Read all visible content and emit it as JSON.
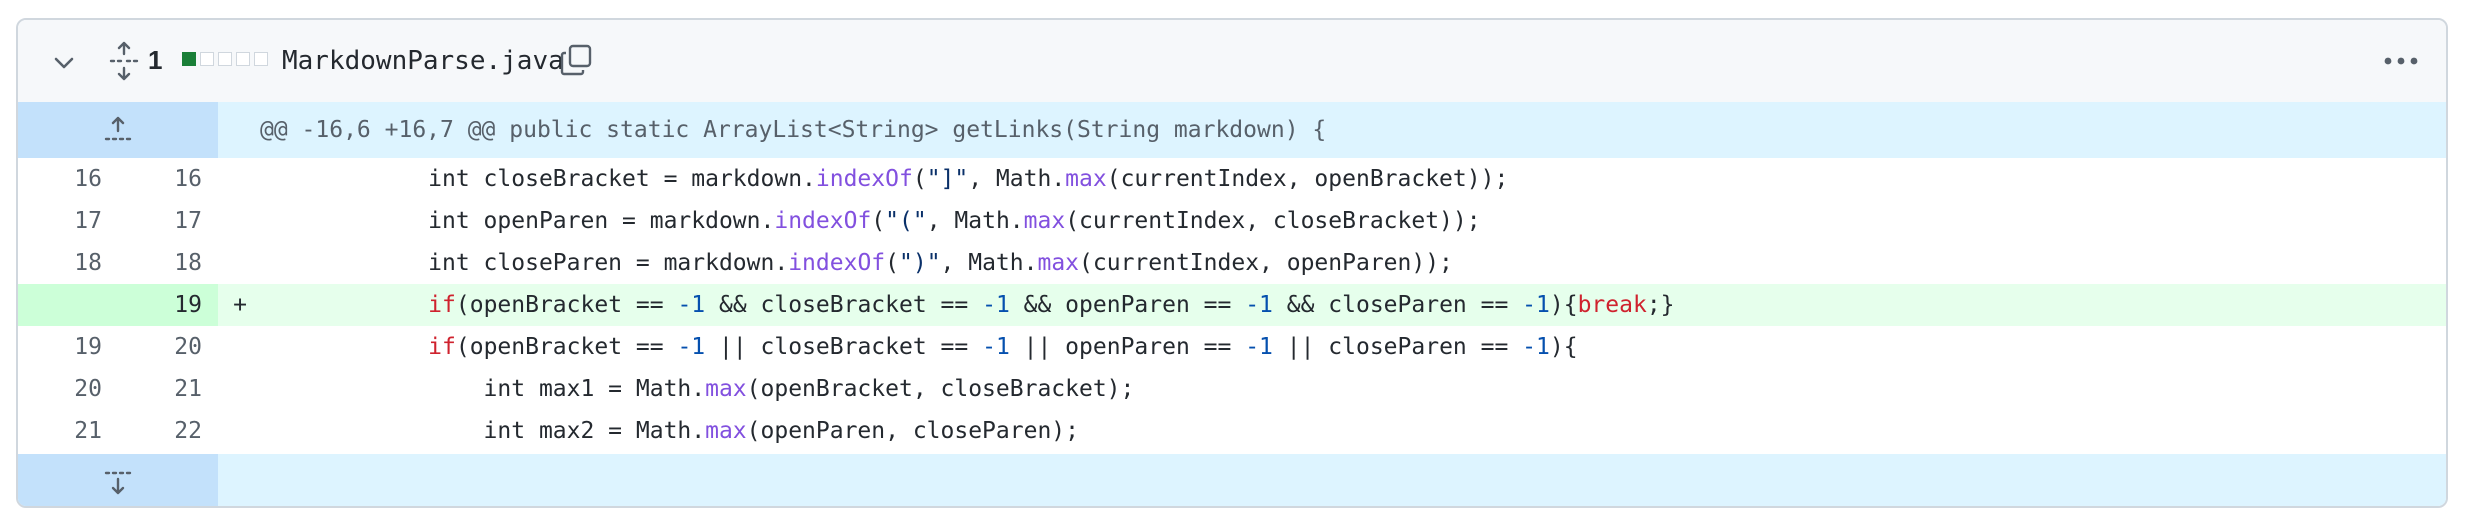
{
  "file": {
    "change_count": "1",
    "filename": "MarkdownParse.java",
    "diffstat": [
      "add",
      "neutral",
      "neutral",
      "neutral",
      "neutral"
    ]
  },
  "hunk_header": "@@ -16,6 +16,7 @@ public static ArrayList<String> getLinks(String markdown) {",
  "lines": [
    {
      "old": "16",
      "new": "16",
      "marker": "",
      "type": "context",
      "tokens": [
        [
          "p",
          "            int closeBracket = markdown."
        ],
        [
          "fn",
          "indexOf"
        ],
        [
          "p",
          "("
        ],
        [
          "str",
          "\"]\""
        ],
        [
          "p",
          ", Math."
        ],
        [
          "fn",
          "max"
        ],
        [
          "p",
          "(currentIndex, openBracket));"
        ]
      ]
    },
    {
      "old": "17",
      "new": "17",
      "marker": "",
      "type": "context",
      "tokens": [
        [
          "p",
          "            int openParen = markdown."
        ],
        [
          "fn",
          "indexOf"
        ],
        [
          "p",
          "("
        ],
        [
          "str",
          "\"(\""
        ],
        [
          "p",
          ", Math."
        ],
        [
          "fn",
          "max"
        ],
        [
          "p",
          "(currentIndex, closeBracket));"
        ]
      ]
    },
    {
      "old": "18",
      "new": "18",
      "marker": "",
      "type": "context",
      "tokens": [
        [
          "p",
          "            int closeParen = markdown."
        ],
        [
          "fn",
          "indexOf"
        ],
        [
          "p",
          "("
        ],
        [
          "str",
          "\")\""
        ],
        [
          "p",
          ", Math."
        ],
        [
          "fn",
          "max"
        ],
        [
          "p",
          "(currentIndex, openParen));"
        ]
      ]
    },
    {
      "old": "",
      "new": "19",
      "marker": "+",
      "type": "add",
      "tokens": [
        [
          "p",
          "            "
        ],
        [
          "kw",
          "if"
        ],
        [
          "p",
          "(openBracket == "
        ],
        [
          "num",
          "-1"
        ],
        [
          "p",
          " && closeBracket == "
        ],
        [
          "num",
          "-1"
        ],
        [
          "p",
          " && openParen == "
        ],
        [
          "num",
          "-1"
        ],
        [
          "p",
          " && closeParen == "
        ],
        [
          "num",
          "-1"
        ],
        [
          "p",
          "){"
        ],
        [
          "kw",
          "break"
        ],
        [
          "p",
          ";}"
        ]
      ]
    },
    {
      "old": "19",
      "new": "20",
      "marker": "",
      "type": "context",
      "tokens": [
        [
          "p",
          "            "
        ],
        [
          "kw",
          "if"
        ],
        [
          "p",
          "(openBracket == "
        ],
        [
          "num",
          "-1"
        ],
        [
          "p",
          " || closeBracket == "
        ],
        [
          "num",
          "-1"
        ],
        [
          "p",
          " || openParen == "
        ],
        [
          "num",
          "-1"
        ],
        [
          "p",
          " || closeParen == "
        ],
        [
          "num",
          "-1"
        ],
        [
          "p",
          "){"
        ]
      ]
    },
    {
      "old": "20",
      "new": "21",
      "marker": "",
      "type": "context",
      "tokens": [
        [
          "p",
          "                int max1 = Math."
        ],
        [
          "fn",
          "max"
        ],
        [
          "p",
          "(openBracket, closeBracket);"
        ]
      ]
    },
    {
      "old": "21",
      "new": "22",
      "marker": "",
      "type": "context",
      "tokens": [
        [
          "p",
          "                int max2 = Math."
        ],
        [
          "fn",
          "max"
        ],
        [
          "p",
          "(openParen, closeParen);"
        ]
      ]
    }
  ],
  "colors": {
    "hunk_bg": "#ddf4ff",
    "add_bg": "#e6ffec",
    "add_gutter": "#ccffd8",
    "keyword": "#cf222e",
    "function": "#8250df",
    "number": "#0550ae"
  },
  "icons": {
    "collapse": "chevron-down-icon",
    "expand_all": "unfold-icon",
    "copy": "copy-icon",
    "more": "kebab-horizontal-icon",
    "expand_up": "fold-up-icon",
    "expand_down": "fold-down-icon"
  }
}
